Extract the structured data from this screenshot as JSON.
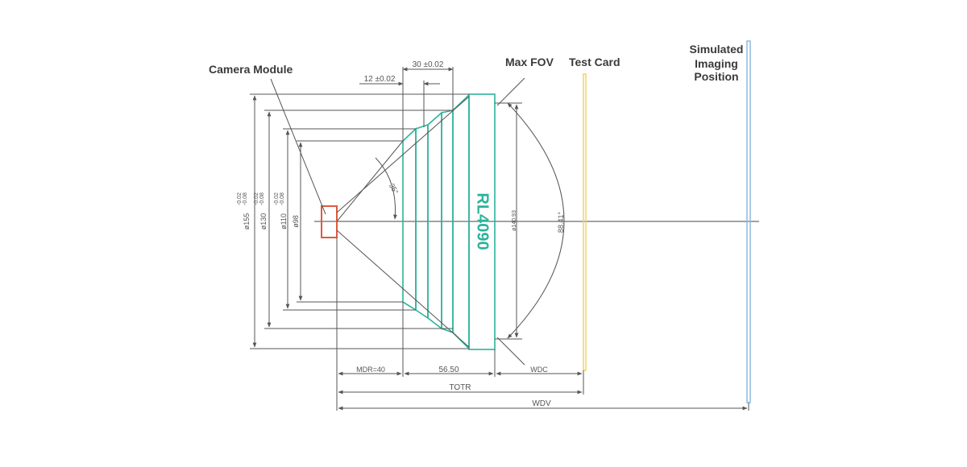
{
  "labels": {
    "camera_module": "Camera Module",
    "max_fov": "Max FOV",
    "test_card": "Test Card",
    "simulated_line1": "Simulated",
    "simulated_line2": "Imaging",
    "simulated_line3": "Position",
    "lens_model": "RL4090"
  },
  "dimensions": {
    "top_30": "30 ±0.02",
    "top_12": "12 ±0.02",
    "angle_35": "35°",
    "fov_angle": "88.41°",
    "dia_140": "ø140.93",
    "dia_155": "ø155",
    "dia_130": "ø130",
    "dia_110": "ø110",
    "dia_98": "ø98",
    "tol_upper": "-0.02",
    "tol_lower": "-0.08",
    "mdr": "MDR=40",
    "len_5650": "56.50",
    "wdc": "WDC",
    "totr": "TOTR",
    "wdv": "WDV"
  },
  "colors": {
    "lens_outline": "#2bb39b",
    "camera_module": "#e2583e",
    "test_card": "#f2d468",
    "imaging_plane": "#8fb9e0",
    "lines": "#555555"
  }
}
